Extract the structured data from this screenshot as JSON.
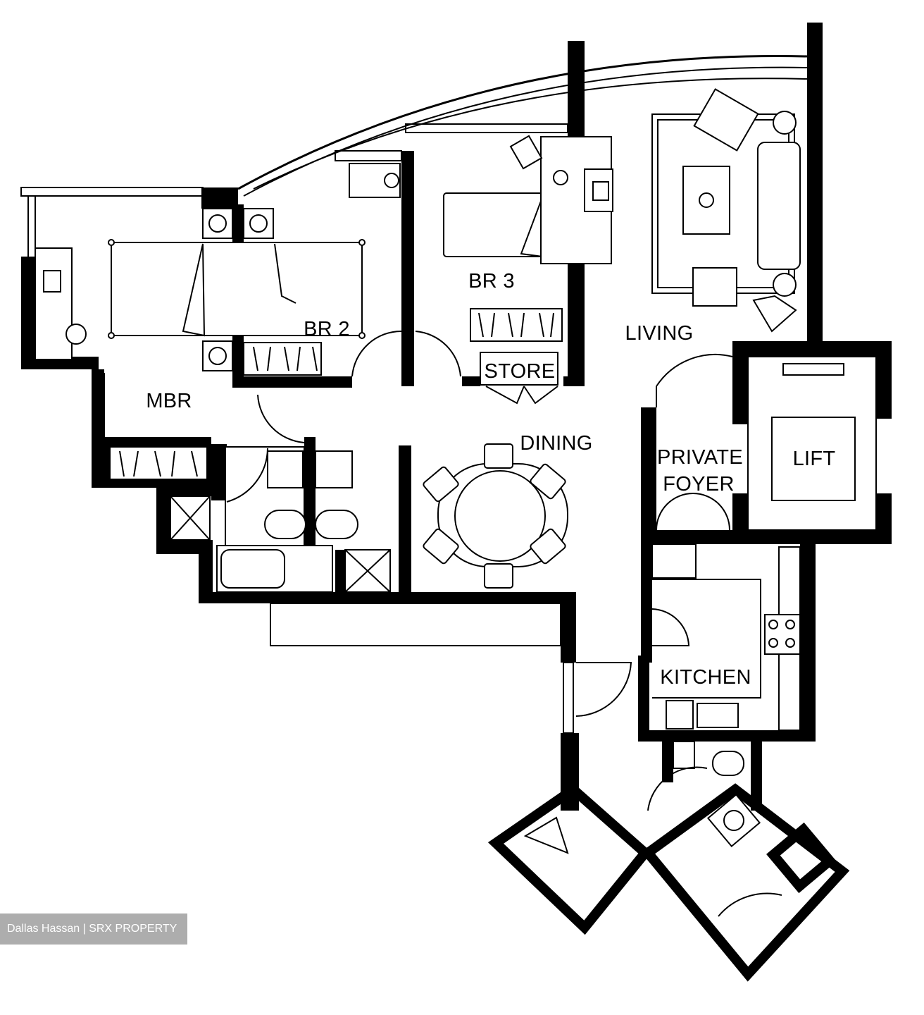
{
  "rooms": {
    "mbr": "MBR",
    "br2": "BR 2",
    "br3": "BR 3",
    "store": "STORE",
    "living": "LIVING",
    "dining": "DINING",
    "private_foyer_line1": "PRIVATE",
    "private_foyer_line2": "FOYER",
    "lift": "LIFT",
    "kitchen": "KITCHEN"
  },
  "watermark": "Dallas Hassan | SRX PROPERTY",
  "colors": {
    "ink": "#000000",
    "paper": "#ffffff",
    "watermark_bg": "#969696"
  }
}
